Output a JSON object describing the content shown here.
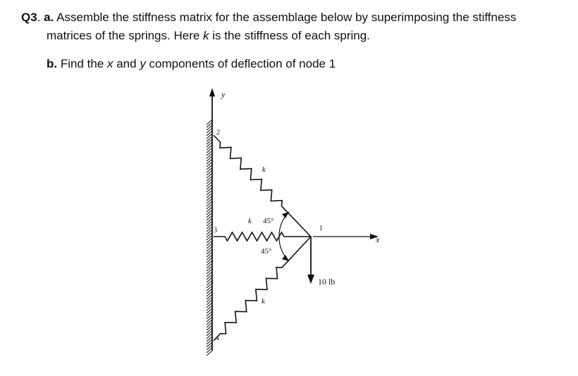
{
  "question": {
    "number": "Q3",
    "part_a_label": "a.",
    "part_a_text_1": "Assemble the stiffness matrix for the assemblage below by superimposing the stiffness",
    "part_a_text_2_pre": "matrices of the springs. Here ",
    "part_a_var": "k",
    "part_a_text_2_post": " is the stiffness of each spring.",
    "part_b_label": "b.",
    "part_b_text_pre": "Find the ",
    "part_b_var_x": "x",
    "part_b_text_mid": " and ",
    "part_b_var_y": "y",
    "part_b_text_post": " components of deflection of node 1"
  },
  "diagram": {
    "axis_y_label": "y",
    "axis_x_label": "x",
    "node_labels": [
      "1",
      "2",
      "3",
      "4"
    ],
    "spring_labels": [
      "k",
      "k",
      "k"
    ],
    "angle_labels": [
      "45°",
      "45°"
    ],
    "load_label": "10 lb"
  }
}
